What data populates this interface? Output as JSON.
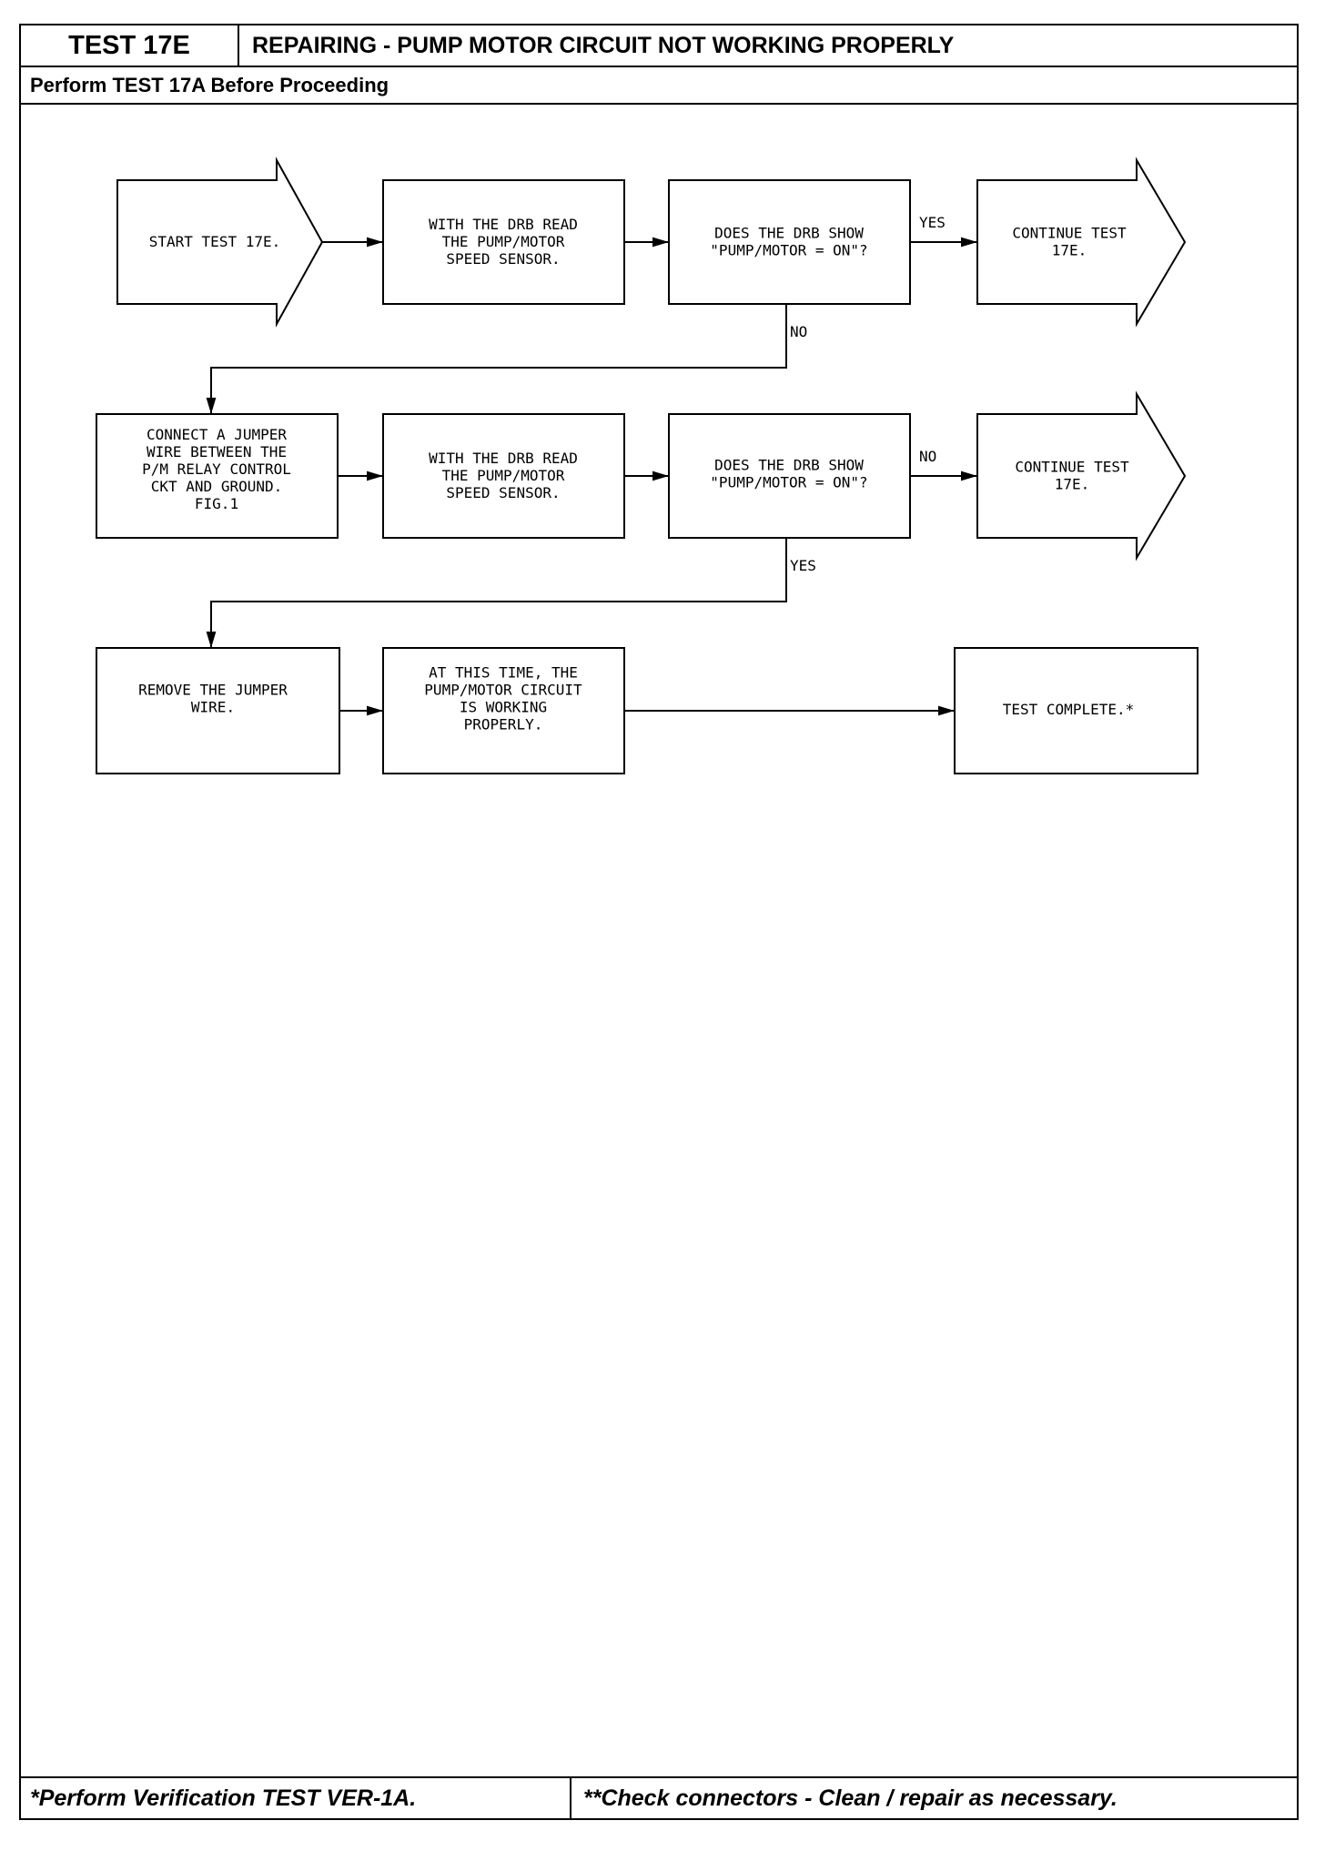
{
  "header": {
    "test_id": "TEST 17E",
    "title": "REPAIRING - PUMP MOTOR CIRCUIT NOT WORKING PROPERLY",
    "prereq": "Perform TEST 17A Before Proceeding"
  },
  "flow": {
    "start": [
      "START TEST 17E."
    ],
    "read1": [
      "WITH THE DRB READ",
      "THE PUMP/MOTOR",
      "SPEED SENSOR."
    ],
    "q1": [
      "DOES THE DRB SHOW",
      "\"PUMP/MOTOR = ON\"?"
    ],
    "q1_yes": "YES",
    "q1_no": "NO",
    "cont1": [
      "CONTINUE TEST",
      "17E."
    ],
    "jumper": [
      "CONNECT A JUMPER",
      "WIRE BETWEEN THE",
      "P/M RELAY CONTROL",
      "CKT AND GROUND.",
      "FIG.1"
    ],
    "read2": [
      "WITH THE DRB READ",
      "THE PUMP/MOTOR",
      "SPEED SENSOR."
    ],
    "q2": [
      "DOES THE DRB SHOW",
      "\"PUMP/MOTOR = ON\"?"
    ],
    "q2_no": "NO",
    "q2_yes": "YES",
    "cont2": [
      "CONTINUE TEST",
      "17E."
    ],
    "remove": [
      "REMOVE THE JUMPER",
      "WIRE."
    ],
    "working": [
      "AT THIS TIME, THE",
      "PUMP/MOTOR CIRCUIT",
      "IS WORKING",
      "PROPERLY."
    ],
    "complete": [
      "TEST COMPLETE.*"
    ]
  },
  "footer": {
    "left": "*Perform Verification TEST VER-1A.",
    "right": "**Check connectors - Clean / repair as necessary."
  }
}
